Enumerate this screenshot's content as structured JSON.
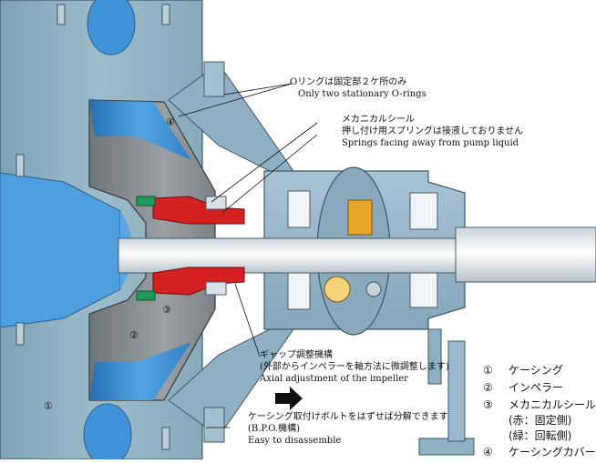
{
  "annotations": {
    "oring_ja": "Oリングは固定部２ケ所のみ",
    "oring_en": "Only two stationary O-rings",
    "seal_ja1": "メカニカルシール",
    "seal_ja2": "押し付け用スプリングは接液しておりません",
    "seal_en": "Springs facing away from pump liquid",
    "gap_ja1": "ギャップ調整機構",
    "gap_ja2": "(外部からインペラーを軸方法に微調整します)",
    "gap_en": "Axial adjustment of the impeller",
    "bolt_ja": "ケーシング取付けボルトをはずせば分解できます",
    "bolt_bpo": "(B.P.O.機構)",
    "bolt_en": "Easy to disassemble"
  },
  "callouts": {
    "c1": "①",
    "c2": "②",
    "c3": "③",
    "c4": "④"
  },
  "legend": [
    {
      "num": "①",
      "text": "ケーシング"
    },
    {
      "num": "②",
      "text": "インペラー"
    },
    {
      "num": "③",
      "text": "メカニカルシール"
    },
    {
      "num": "",
      "text": "(赤：固定側)"
    },
    {
      "num": "",
      "text": "(緑：回転側)"
    },
    {
      "num": "④",
      "text": "ケーシングカバー"
    }
  ],
  "colors": {
    "casing": "#8fb0c0",
    "casing_dark": "#5f7f90",
    "impeller": "#8a8f92",
    "impeller_blue": "#2f8fd6",
    "shaft": "#e8eef2",
    "bracket": "#9cb8cc",
    "seal_red": "#d42020",
    "seal_green": "#1f9a5a",
    "gold": "#e8a628"
  }
}
